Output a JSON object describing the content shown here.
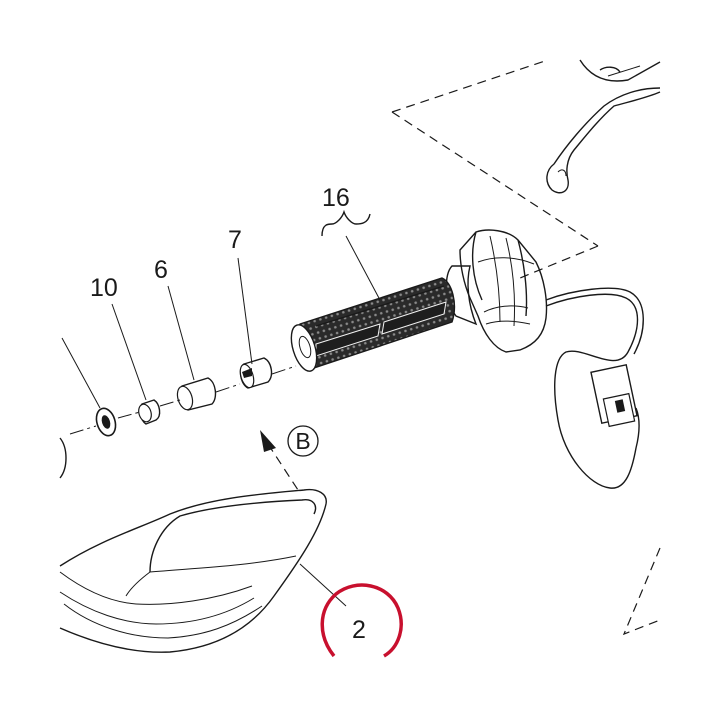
{
  "callouts": {
    "part_10": "10",
    "part_6": "6",
    "part_7": "7",
    "part_16": "16",
    "part_2": "2",
    "view_b": "B"
  },
  "colors": {
    "line": "#1a1a1a",
    "highlight": "#c8102e",
    "background": "#ffffff"
  }
}
